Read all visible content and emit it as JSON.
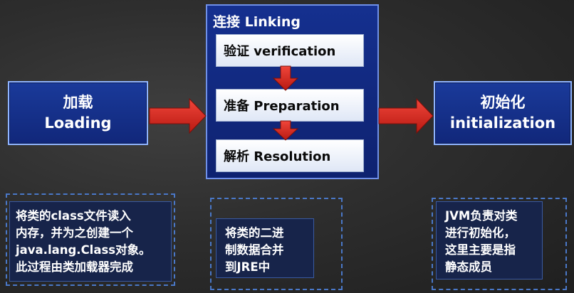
{
  "loading": {
    "line1": "加载",
    "line2": "Loading"
  },
  "linking": {
    "title": "连接 Linking",
    "verification": "验证 verification",
    "preparation": "准备 Preparation",
    "resolution": "解析 Resolution"
  },
  "initialization": {
    "line1": "初始化",
    "line2": "initialization"
  },
  "notes": {
    "loading": [
      "将类的class文件读入",
      "内存，并为之创建一个",
      "java.lang.Class对象。",
      "此过程由类加载器完成"
    ],
    "linking": [
      "将类的二进",
      "制数据合并",
      "到JRE中"
    ],
    "initialization": [
      "JVM负责对类",
      "进行初始化，",
      "这里主要是指",
      "静态成员"
    ]
  },
  "colors": {
    "arrow": "#d9261c",
    "box_blue": "#15308f",
    "box_border": "#8fb4ff",
    "dash": "#4a78c8",
    "note_bg": "#17244a"
  }
}
